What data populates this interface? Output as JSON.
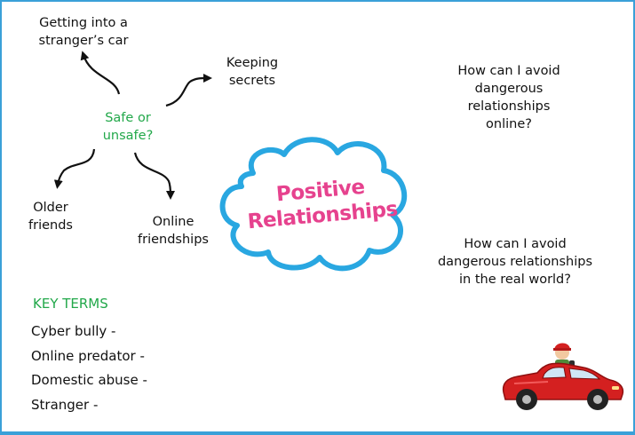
{
  "title": "Positive Relationships",
  "mindmap": {
    "center": "Safe or\nunsafe?",
    "branch_car": "Getting into a\nstranger’s car",
    "branch_secrets": "Keeping\nsecrets",
    "branch_older": "Older\nfriends",
    "branch_online": "Online\nfriendships"
  },
  "questions": {
    "online": "How can I avoid\ndangerous\nrelationships\nonline?",
    "real_world": "How can I avoid\ndangerous relationships\nin the real world?"
  },
  "key_terms": {
    "heading": "KEY TERMS",
    "items": [
      "Cyber bully  -",
      "Online predator  -",
      "Domestic abuse  -",
      "Stranger  -"
    ]
  },
  "colors": {
    "border": "#3aa0d8",
    "cloud_stroke": "#29a7e1",
    "cloud_fill": "#ffffff",
    "title": "#e6428e",
    "accent_green": "#22a84a",
    "car": "#d42020"
  },
  "icons": {
    "cloud": "cloud-shape",
    "car": "red-car-with-driver"
  }
}
